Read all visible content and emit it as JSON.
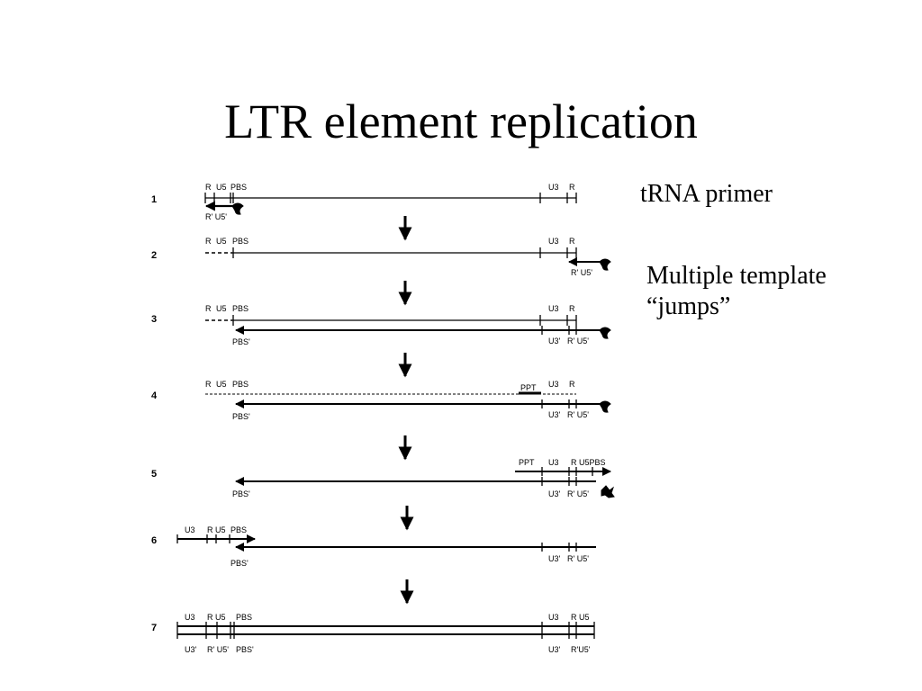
{
  "title": "LTR element replication",
  "notes": {
    "trna_primer": "tRNA primer",
    "jumps_line1": "Multiple template",
    "jumps_line2": "“jumps”"
  },
  "steps": [
    "1",
    "2",
    "3",
    "4",
    "5",
    "6",
    "7"
  ],
  "labels": {
    "R": "R",
    "U5": "U5",
    "U3": "U3",
    "PBS": "PBS",
    "PPT": "PPT",
    "R_prime": "R'",
    "U5_prime": "U5'",
    "U3_prime": "U3'",
    "PBS_prime": "PBS'",
    "R_U5_prime": "R' U5'",
    "R_U5": "R U5",
    "R_U5_PBS": "R U5PBS",
    "R_U5_prime_tight": "R'U5'"
  },
  "colors": {
    "ink": "#000000",
    "background": "#ffffff"
  }
}
